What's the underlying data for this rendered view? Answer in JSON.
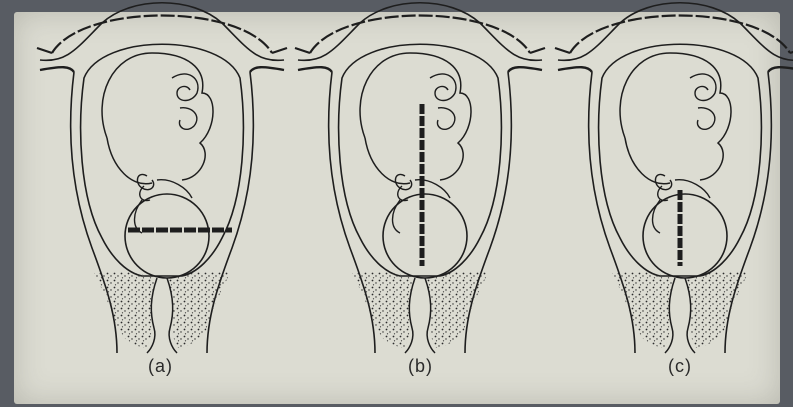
{
  "panels": [
    {
      "label": "(a)",
      "line_orientation": "horizontal"
    },
    {
      "label": "(b)",
      "line_orientation": "vertical-long"
    },
    {
      "label": "(c)",
      "line_orientation": "vertical-short"
    }
  ],
  "colors": {
    "ink": "#1e1e1e",
    "paper": "#dcdcd2",
    "background": "#585c63",
    "stipple": "#2b2b2b"
  }
}
